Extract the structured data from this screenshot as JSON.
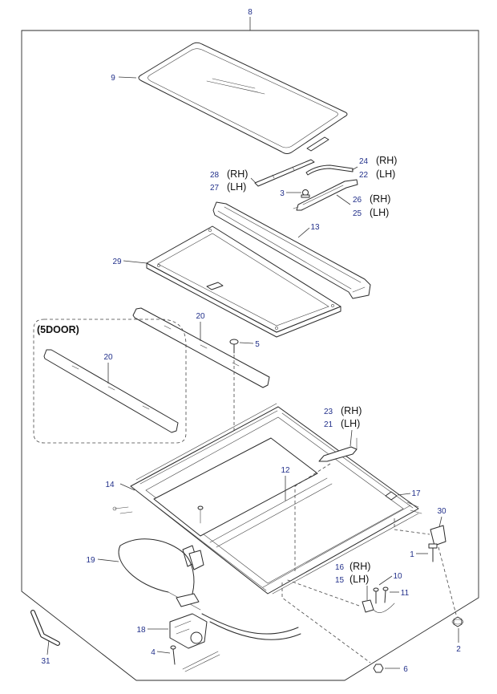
{
  "callouts": {
    "n8": "8",
    "n9": "9",
    "n28": "28",
    "n27": "27",
    "n24": "24",
    "n22": "22",
    "n3": "3",
    "n26": "26",
    "n25": "25",
    "n13": "13",
    "n29": "29",
    "n20_main": "20",
    "n20_5door": "20",
    "n5": "5",
    "n23": "23",
    "n21": "21",
    "n12": "12",
    "n14": "14",
    "n17": "17",
    "n30": "30",
    "n1": "1",
    "n19": "19",
    "n16": "16",
    "n15": "15",
    "n10": "10",
    "n11": "11",
    "n18": "18",
    "n4": "4",
    "n31": "31",
    "n2": "2",
    "n6": "6"
  },
  "side_labels": {
    "rh": "(RH)",
    "lh": "(LH)"
  },
  "variant_label": "(5DOOR)",
  "colors": {
    "callout": "#22308a",
    "outline": "#2b2b2b"
  }
}
